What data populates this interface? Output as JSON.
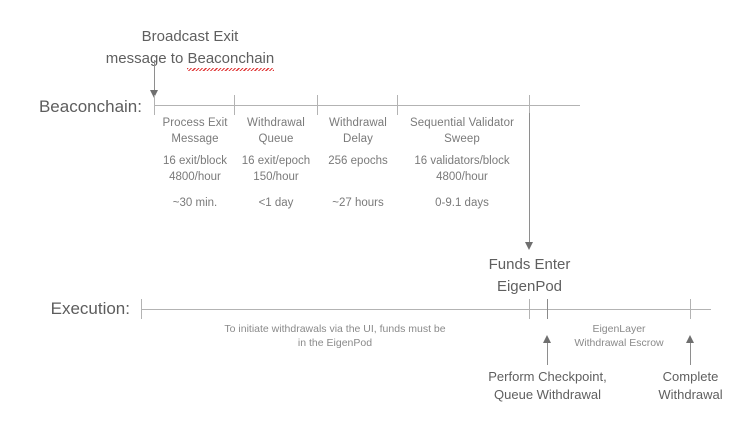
{
  "diagram": {
    "title": "Ethereum validator exit and EigenLayer withdrawal timeline",
    "colors": {
      "text": "#7a7a7a",
      "lane_label": "#5d5d5d",
      "line": "#b3b3b3",
      "arrow": "#6f6f6f",
      "spellcheck_underline": "#e03b3b"
    }
  },
  "top_callout": {
    "text": "Broadcast Exit\nmessage to ",
    "misspelled_word": "Beaconchain"
  },
  "lanes": {
    "beaconchain_label": "Beaconchain:",
    "execution_label": "Execution:"
  },
  "beaconchain_segments": [
    {
      "name": "Process Exit\nMessage",
      "rate": "16 exit/block\n4800/hour",
      "duration": "~30 min."
    },
    {
      "name": "Withdrawal\nQueue",
      "rate": "16 exit/epoch\n150/hour",
      "duration": "<1 day"
    },
    {
      "name": "Withdrawal\nDelay",
      "rate": "256 epochs",
      "duration": "~27 hours"
    },
    {
      "name": "Sequential Validator\nSweep",
      "rate": "16 validators/block\n4800/hour",
      "duration": "0-9.1 days"
    }
  ],
  "funds_enter": {
    "label": "Funds Enter\nEigenPod"
  },
  "execution_notes": {
    "ui_note": "To initiate withdrawals via the UI, funds must be\nin the EigenPod",
    "escrow_note": "EigenLayer\nWithdrawal Escrow"
  },
  "execution_events": [
    {
      "label": "Perform Checkpoint,\nQueue Withdrawal"
    },
    {
      "label": "Complete\nWithdrawal"
    }
  ]
}
